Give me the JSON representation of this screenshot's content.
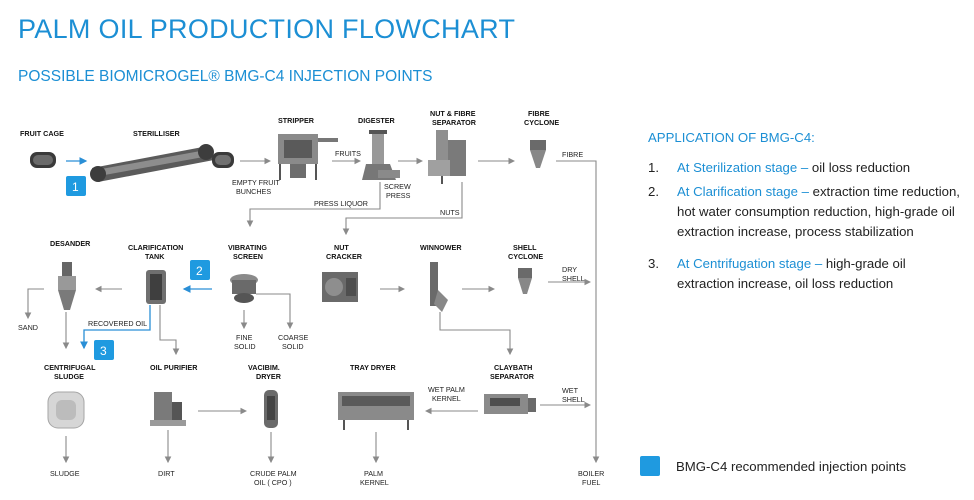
{
  "title": "PALM OIL PRODUCTION FLOWCHART",
  "subtitle": "POSSIBLE BIOMICROGEL® BMG-C4 INJECTION POINTS",
  "colors": {
    "accent": "#1c8fd4",
    "badge": "#1f9ae0",
    "line": "#8a8a8a"
  },
  "flowchart": {
    "equipment": {
      "fruit_cage": "FRUIT CAGE",
      "sterilliser": "STERILLISER",
      "stripper": "STRIPPER",
      "digester": "DIGESTER",
      "nut_fibre_1": "NUT & FIBRE",
      "nut_fibre_2": "SEPARATOR",
      "fibre_cyclone_1": "FIBRE",
      "fibre_cyclone_2": "CYCLONE",
      "desander": "DESANDER",
      "clarification_1": "CLARIFICATION",
      "clarification_2": "TANK",
      "vibrating_1": "VIBRATING",
      "vibrating_2": "SCREEN",
      "nut_cracker_1": "NUT",
      "nut_cracker_2": "CRACKER",
      "winnower": "WINNOWER",
      "shell_cyclone_1": "SHELL",
      "shell_cyclone_2": "CYCLONE",
      "centrifugal_1": "CENTRIFUGAL",
      "centrifugal_2": "SLUDGE",
      "oil_purifier": "OIL PURIFIER",
      "vacuum_1": "VACIBIM.",
      "vacuum_2": "DRYER",
      "tray_dryer": "TRAY DRYER",
      "claybath_1": "CLAYBATH",
      "claybath_2": "SEPARATOR"
    },
    "flows": {
      "empty_fruit_1": "EMPTY FRUIT",
      "empty_fruit_2": "BUNCHES",
      "fruits": "FRUITS",
      "screw_press_1": "SCREW",
      "screw_press_2": "PRESS",
      "press_liquor": "PRESS  LIQUOR",
      "nuts": "NUTS",
      "fibre": "FIBRE",
      "dry_shell_1": "DRY",
      "dry_shell_2": "SHELL",
      "sand": "SAND",
      "recovered_oil": "RECOVERED OIL",
      "fine_solid_1": "FINE",
      "fine_solid_2": "SOLID",
      "coarse_solid_1": "COARSE",
      "coarse_solid_2": "SOLID",
      "wet_palm_1": "WET PALM",
      "wet_palm_2": "KERNEL",
      "wet_shell_1": "WET",
      "wet_shell_2": "SHELL",
      "sludge": "SLUDGE",
      "dirt": "DIRT",
      "crude_palm_1": "CRUDE PALM",
      "crude_palm_2": "OIL ( CPO )",
      "palm_kernel_1": "PALM",
      "palm_kernel_2": "KERNEL",
      "boiler_fuel_1": "BOILER",
      "boiler_fuel_2": "FUEL"
    },
    "badges": {
      "b1": "1",
      "b2": "2",
      "b3": "3"
    }
  },
  "application": {
    "title": "APPLICATION OF BMG-C4:",
    "items": [
      {
        "num": "1.",
        "stage": "At Sterilization stage –",
        "text": "oil loss reduction"
      },
      {
        "num": "2.",
        "stage": "At Clarification stage –",
        "text": "extraction time reduction, hot water consumption reduction, high-grade oil extraction increase, process stabilization"
      },
      {
        "num": "3.",
        "stage": "At Centrifugation stage –",
        "text": "high-grade oil extraction increase, oil loss reduction"
      }
    ]
  },
  "legend": {
    "label": "BMG-C4 recommended injection points"
  }
}
